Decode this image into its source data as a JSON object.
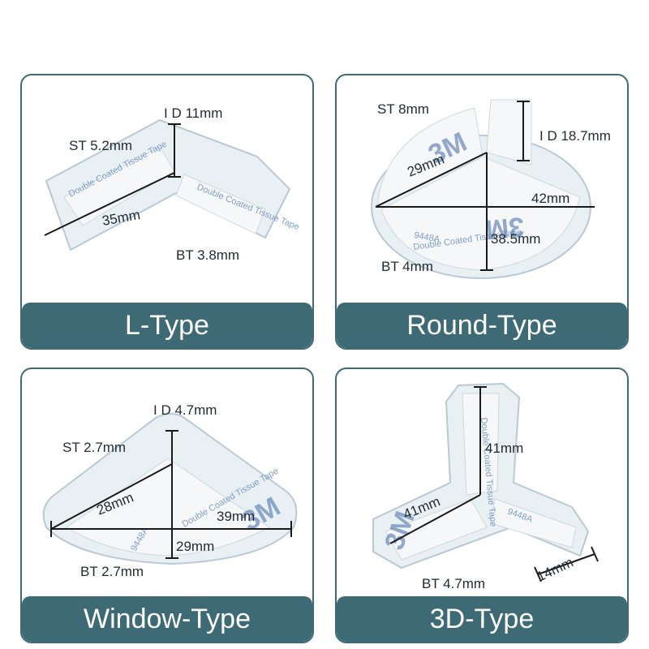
{
  "cards": {
    "l_type": {
      "title": "L-Type",
      "dims": {
        "id": "I D 11mm",
        "st": "ST 5.2mm",
        "len": "35mm",
        "bt": "BT  3.8mm"
      }
    },
    "round_type": {
      "title": "Round-Type",
      "dims": {
        "st": "ST 8mm",
        "id": "I D 18.7mm",
        "len1": "29mm",
        "len2": "42mm",
        "len3": "38.5mm",
        "bt": "BT 4mm"
      }
    },
    "window_type": {
      "title": "Window-Type",
      "dims": {
        "id": "I D 4.7mm",
        "st": "ST 2.7mm",
        "len1": "28mm",
        "len2": "39mm",
        "len3": "29mm",
        "bt": "BT 2.7mm"
      }
    },
    "three_d_type": {
      "title": "3D-Type",
      "dims": {
        "len1": "41mm",
        "len2": "41mm",
        "width": "14mm",
        "bt": "BT 4.7mm"
      }
    }
  },
  "tape_print": {
    "brand": "3M",
    "model": "9448A",
    "desc": "Double Coated Tissue Tape"
  },
  "colors": {
    "accent": "#3e6a75",
    "card_border": "#3e6a75",
    "label_text": "#ffffff"
  }
}
